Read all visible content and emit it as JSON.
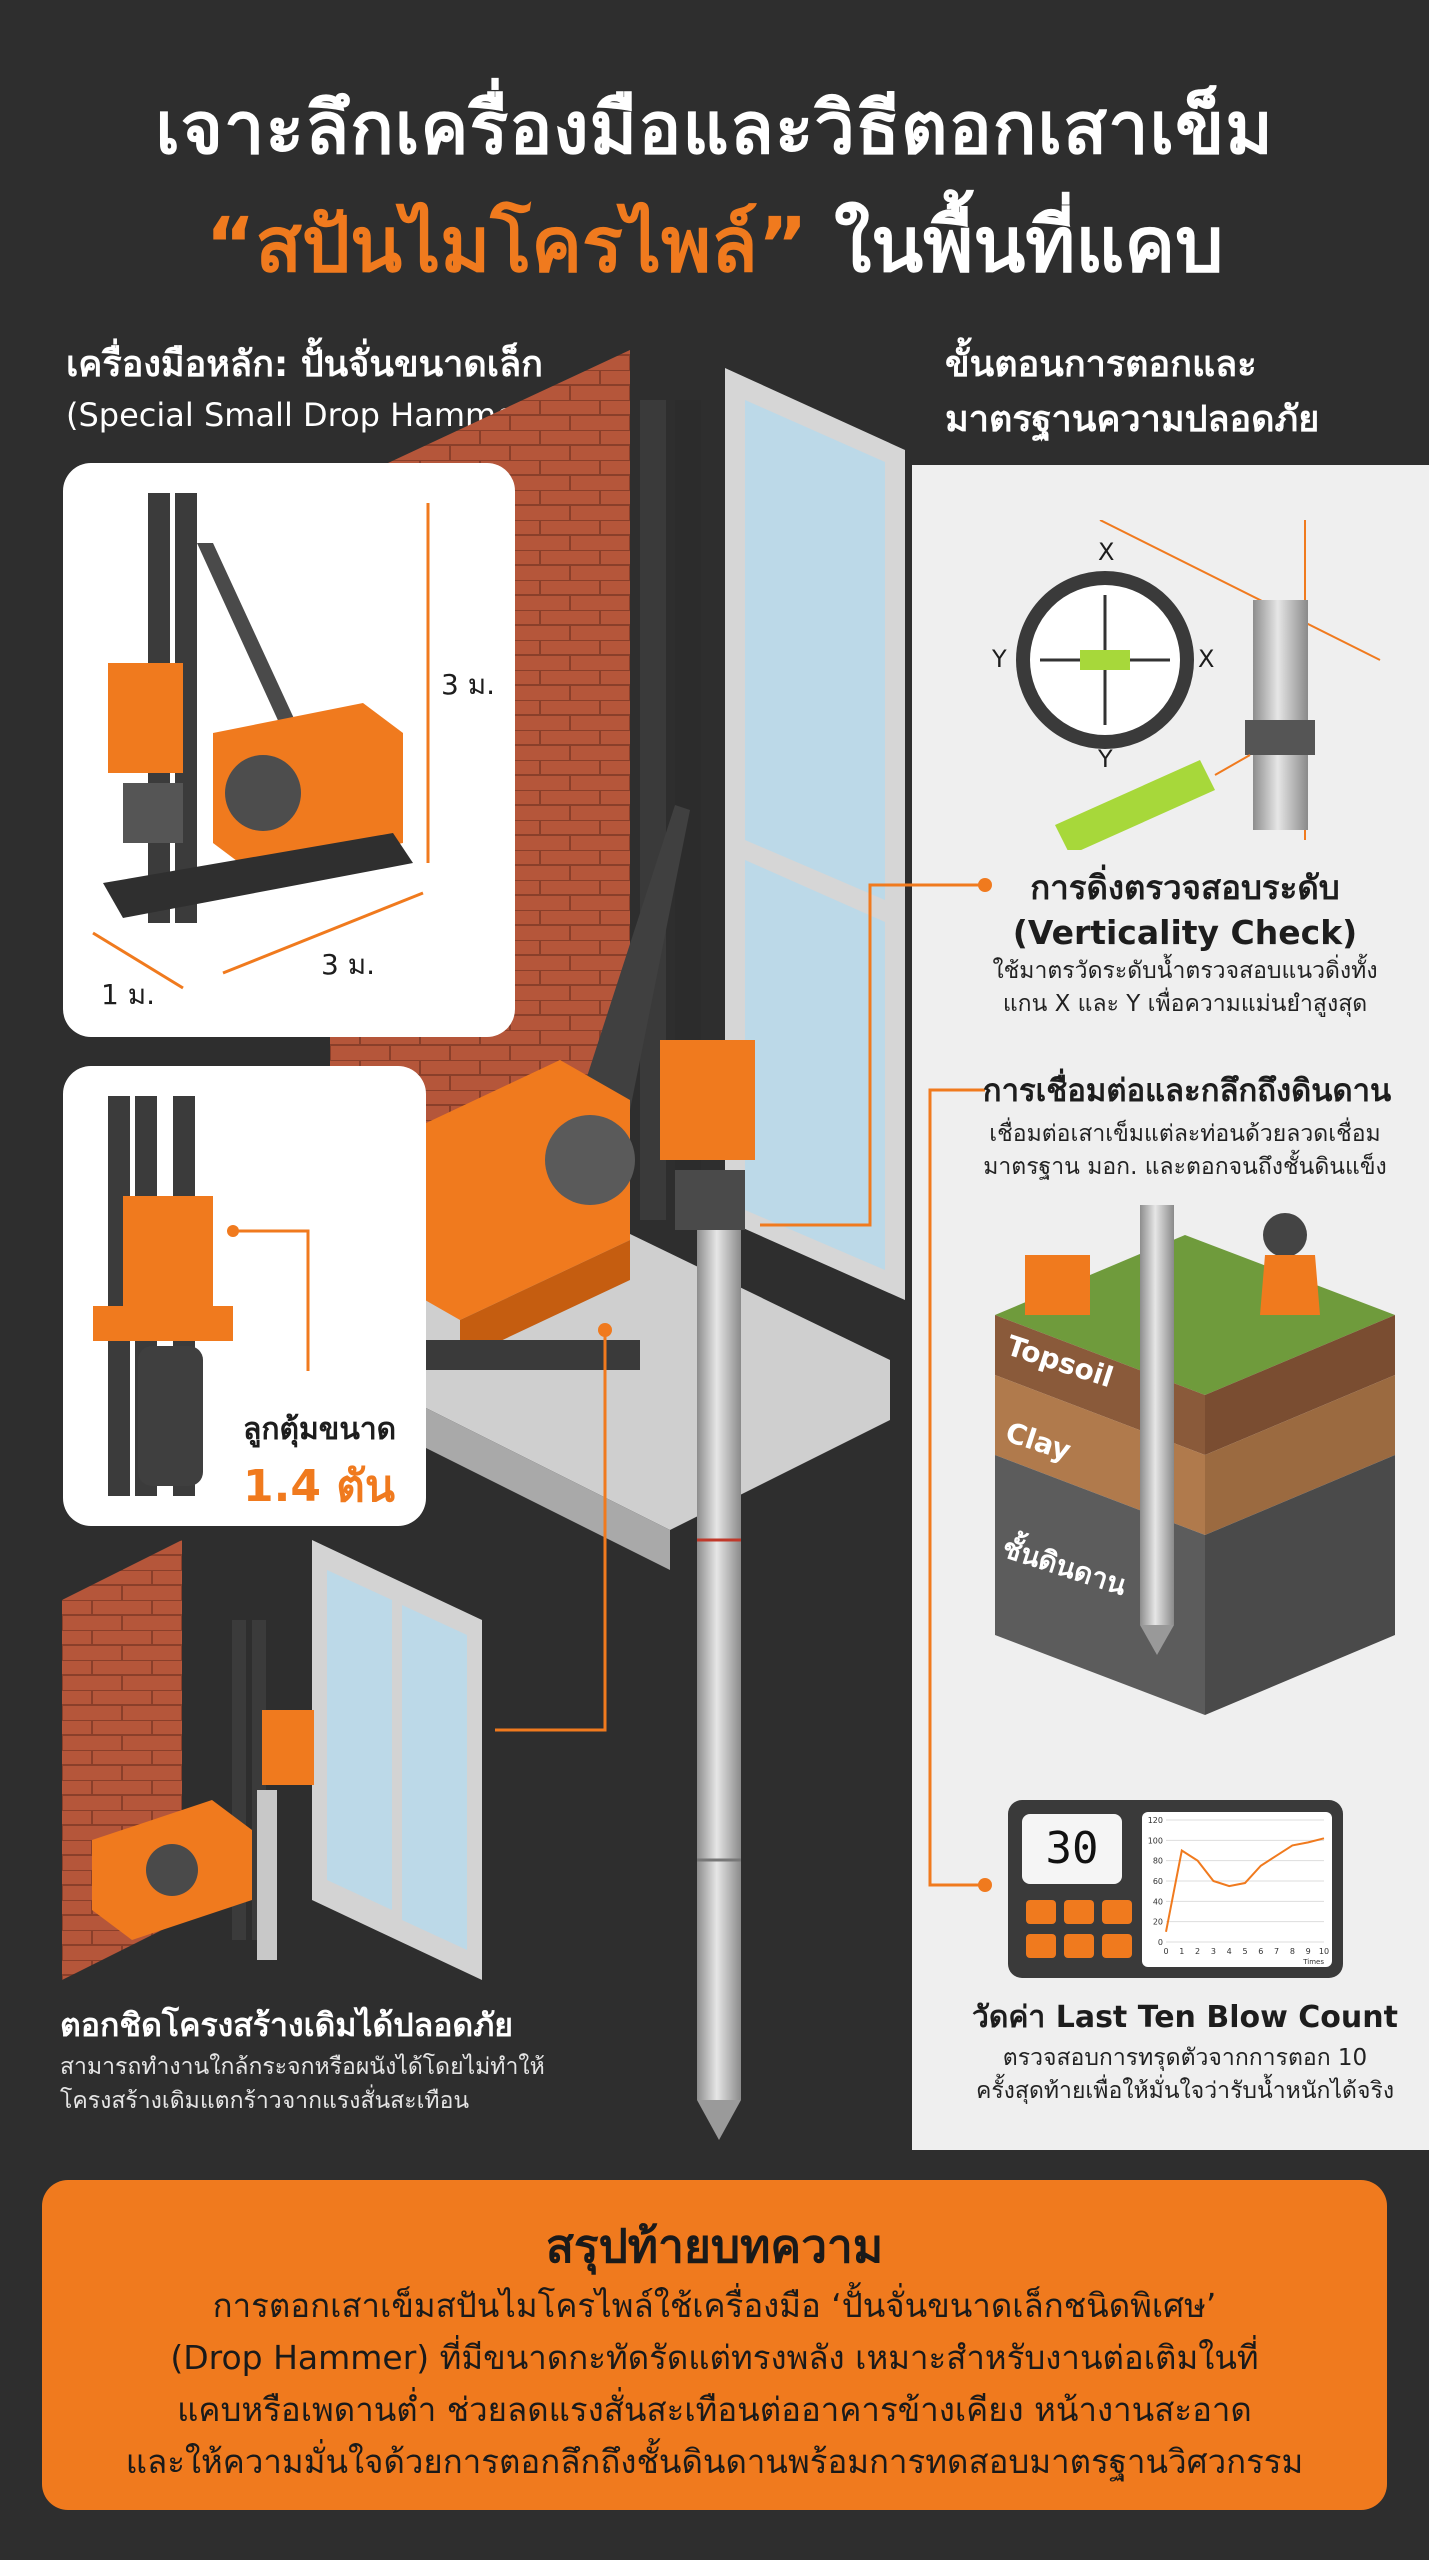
{
  "title": {
    "line1": "เจาะลึกเครื่องมือและวิธีตอกเสาเข็ม",
    "line2_quoted": "“สปันไมโครไพล์”",
    "line2_rest": " ในพื้นที่แคบ"
  },
  "left": {
    "heading_line1": "เครื่องมือหลัก: ปั้นจั่นขนาดเล็ก",
    "heading_line2": "(Special Small Drop Hammer)",
    "dim_height": "3 ม.",
    "dim_length": "3 ม.",
    "dim_width": "1 ม.",
    "hammer_label": "ลูกตุ้มขนาด",
    "hammer_weight": "1.4 ตัน",
    "safe_heading": "ตอกชิดโครงสร้างเดิมได้ปลอดภัย",
    "safe_line1": "สามารถทำงานใกล้กระจกหรือผนังได้โดยไม่ทำให้",
    "safe_line2": "โครงสร้างเดิมแตกร้าวจากแรงสั่นสะเทือน"
  },
  "right": {
    "heading_line1": "ขั้นตอนการตอกและ",
    "heading_line2": "มาตรฐานความปลอดภัย",
    "axis_x": "X",
    "axis_y": "Y",
    "step1_title1": "การดิ่งตรวจสอบระดับ",
    "step1_title2": "(Verticality Check)",
    "step1_line1": "ใช้มาตรวัดระดับน้ำตรวจสอบแนวดิ่งทั้ง",
    "step1_line2": "แกน X และ Y เพื่อความแม่นยำสูงสุด",
    "step2_title": "การเชื่อมต่อและกลึกถึงดินดาน",
    "step2_line1": "เชื่อมต่อเสาเข็มแต่ละท่อนด้วยลวดเชื่อม",
    "step2_line2": "มาตรฐาน มอก. และตอกจนถึงชั้นดินแข็ง",
    "soil_top": "Topsoil",
    "soil_clay": "Clay",
    "soil_hard": "ชั้นดินดาน",
    "counter_value": "30",
    "step3_title": "วัดค่า Last Ten Blow Count",
    "step3_line1": "ตรวจสอบการทรุดตัวจากการตอก 10",
    "step3_line2": "ครั้งสุดท้ายเพื่อให้มั่นใจว่ารับน้ำหนักได้จริง"
  },
  "chart_data": {
    "type": "line",
    "x": [
      0,
      1,
      2,
      3,
      4,
      5,
      6,
      7,
      8,
      9,
      10
    ],
    "y_ticks": [
      "120",
      "100",
      "80",
      "60",
      "40",
      "20",
      "0"
    ],
    "x_ticks": [
      "0",
      "1",
      "2",
      "3",
      "4",
      "5",
      "6",
      "7",
      "8",
      "9",
      "10"
    ],
    "values": [
      10,
      90,
      80,
      60,
      55,
      58,
      75,
      85,
      95,
      98,
      102
    ],
    "ylim": [
      0,
      120
    ],
    "xlabel": "Times"
  },
  "summary": {
    "heading": "สรุปท้ายบทความ",
    "line1": "การตอกเสาเข็มสปันไมโครไพล์ใช้เครื่องมือ ‘ปั้นจั่นขนาดเล็กชนิดพิเศษ’",
    "line2": "(Drop Hammer) ที่มีขนาดกะทัดรัดแต่ทรงพลัง เหมาะสำหรับงานต่อเติมในที่",
    "line3": "แคบหรือเพดานต่ำ ช่วยลดแรงสั่นสะเทือนต่ออาคารข้างเคียง หน้างานสะอาด",
    "line4": "และให้ความมั่นใจด้วยการตอกลึกถึงชั้นดินดานพร้อมการทดสอบมาตรฐานวิศวกรรม"
  },
  "colors": {
    "accent": "#f07a1e",
    "background": "#2e2e2e",
    "brick": "#b5563a",
    "glass": "#bcd9e8"
  }
}
